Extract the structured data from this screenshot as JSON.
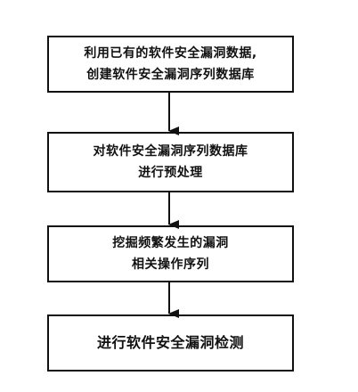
{
  "flowchart": {
    "steps": [
      {
        "lines": [
          "利用已有的软件安全漏洞数据,",
          "创建软件安全漏洞序列数据库"
        ]
      },
      {
        "lines": [
          "对软件安全漏洞序列数据库",
          "进行预处理"
        ]
      },
      {
        "lines": [
          "挖掘频繁发生的漏洞",
          "相关操作序列"
        ]
      },
      {
        "lines": [
          "进行软件安全漏洞检测"
        ]
      }
    ],
    "line_color": "#111111"
  }
}
